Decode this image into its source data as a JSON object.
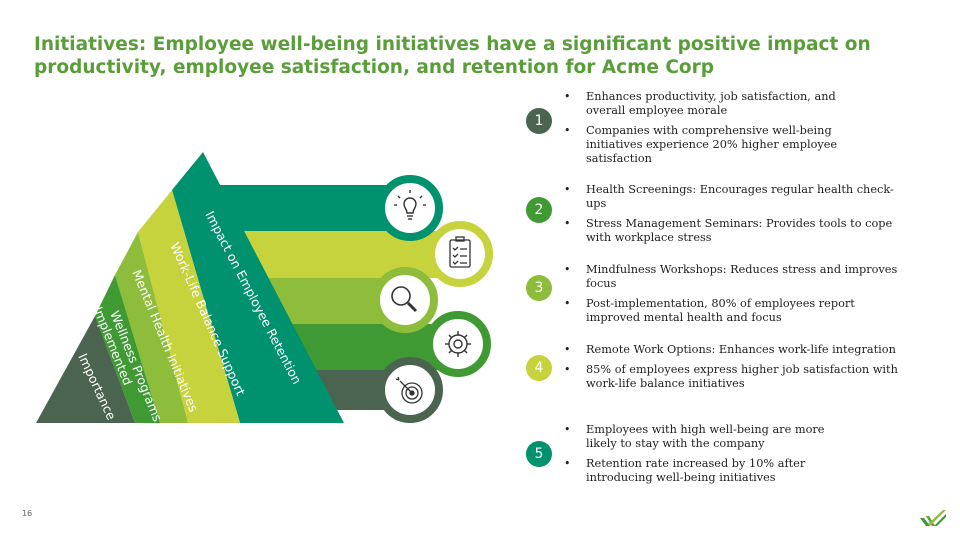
{
  "title": "Initiatives: Employee well-being initiatives have a significant positive impact on productivity, employee satisfaction, and retention for Acme Corp",
  "colors": {
    "title": "#5a9e3a",
    "dark_green": "#4b6450",
    "teal": "#00916e",
    "green": "#3f9a34",
    "lime": "#8dbd3a",
    "yellow_green": "#c6d33c"
  },
  "pyramid": {
    "layers": [
      {
        "label": "Impact on Employee Retention"
      },
      {
        "label": "Work-Life Balance Support"
      },
      {
        "label": "Mental Health Initiatives"
      },
      {
        "label": "Wellness Programs Implemented"
      },
      {
        "label": "Importance"
      }
    ]
  },
  "icons": [
    "lightbulb-icon",
    "checklist-icon",
    "magnifier-icon",
    "gear-icon",
    "target-icon"
  ],
  "items": [
    {
      "number": "1",
      "bullets": [
        "Enhances productivity, job satisfaction, and overall employee morale",
        "Companies with comprehensive well-being initiatives experience 20% higher employee satisfaction"
      ]
    },
    {
      "number": "2",
      "bullets": [
        "Health Screenings: Encourages regular health check-ups",
        "Stress Management Seminars: Provides tools to cope with workplace stress"
      ]
    },
    {
      "number": "3",
      "bullets": [
        "Mindfulness Workshops: Reduces stress and improves focus",
        "Post-implementation, 80% of employees report improved mental health and focus"
      ]
    },
    {
      "number": "4",
      "bullets": [
        "Remote Work Options: Enhances work-life integration",
        "85% of employees express higher job satisfaction with work-life balance initiatives"
      ]
    },
    {
      "number": "5",
      "bullets": [
        "Employees with high well-being are more likely to stay with the company",
        "Retention rate increased by 10% after introducing well-being initiatives"
      ]
    }
  ],
  "page_number": "16"
}
